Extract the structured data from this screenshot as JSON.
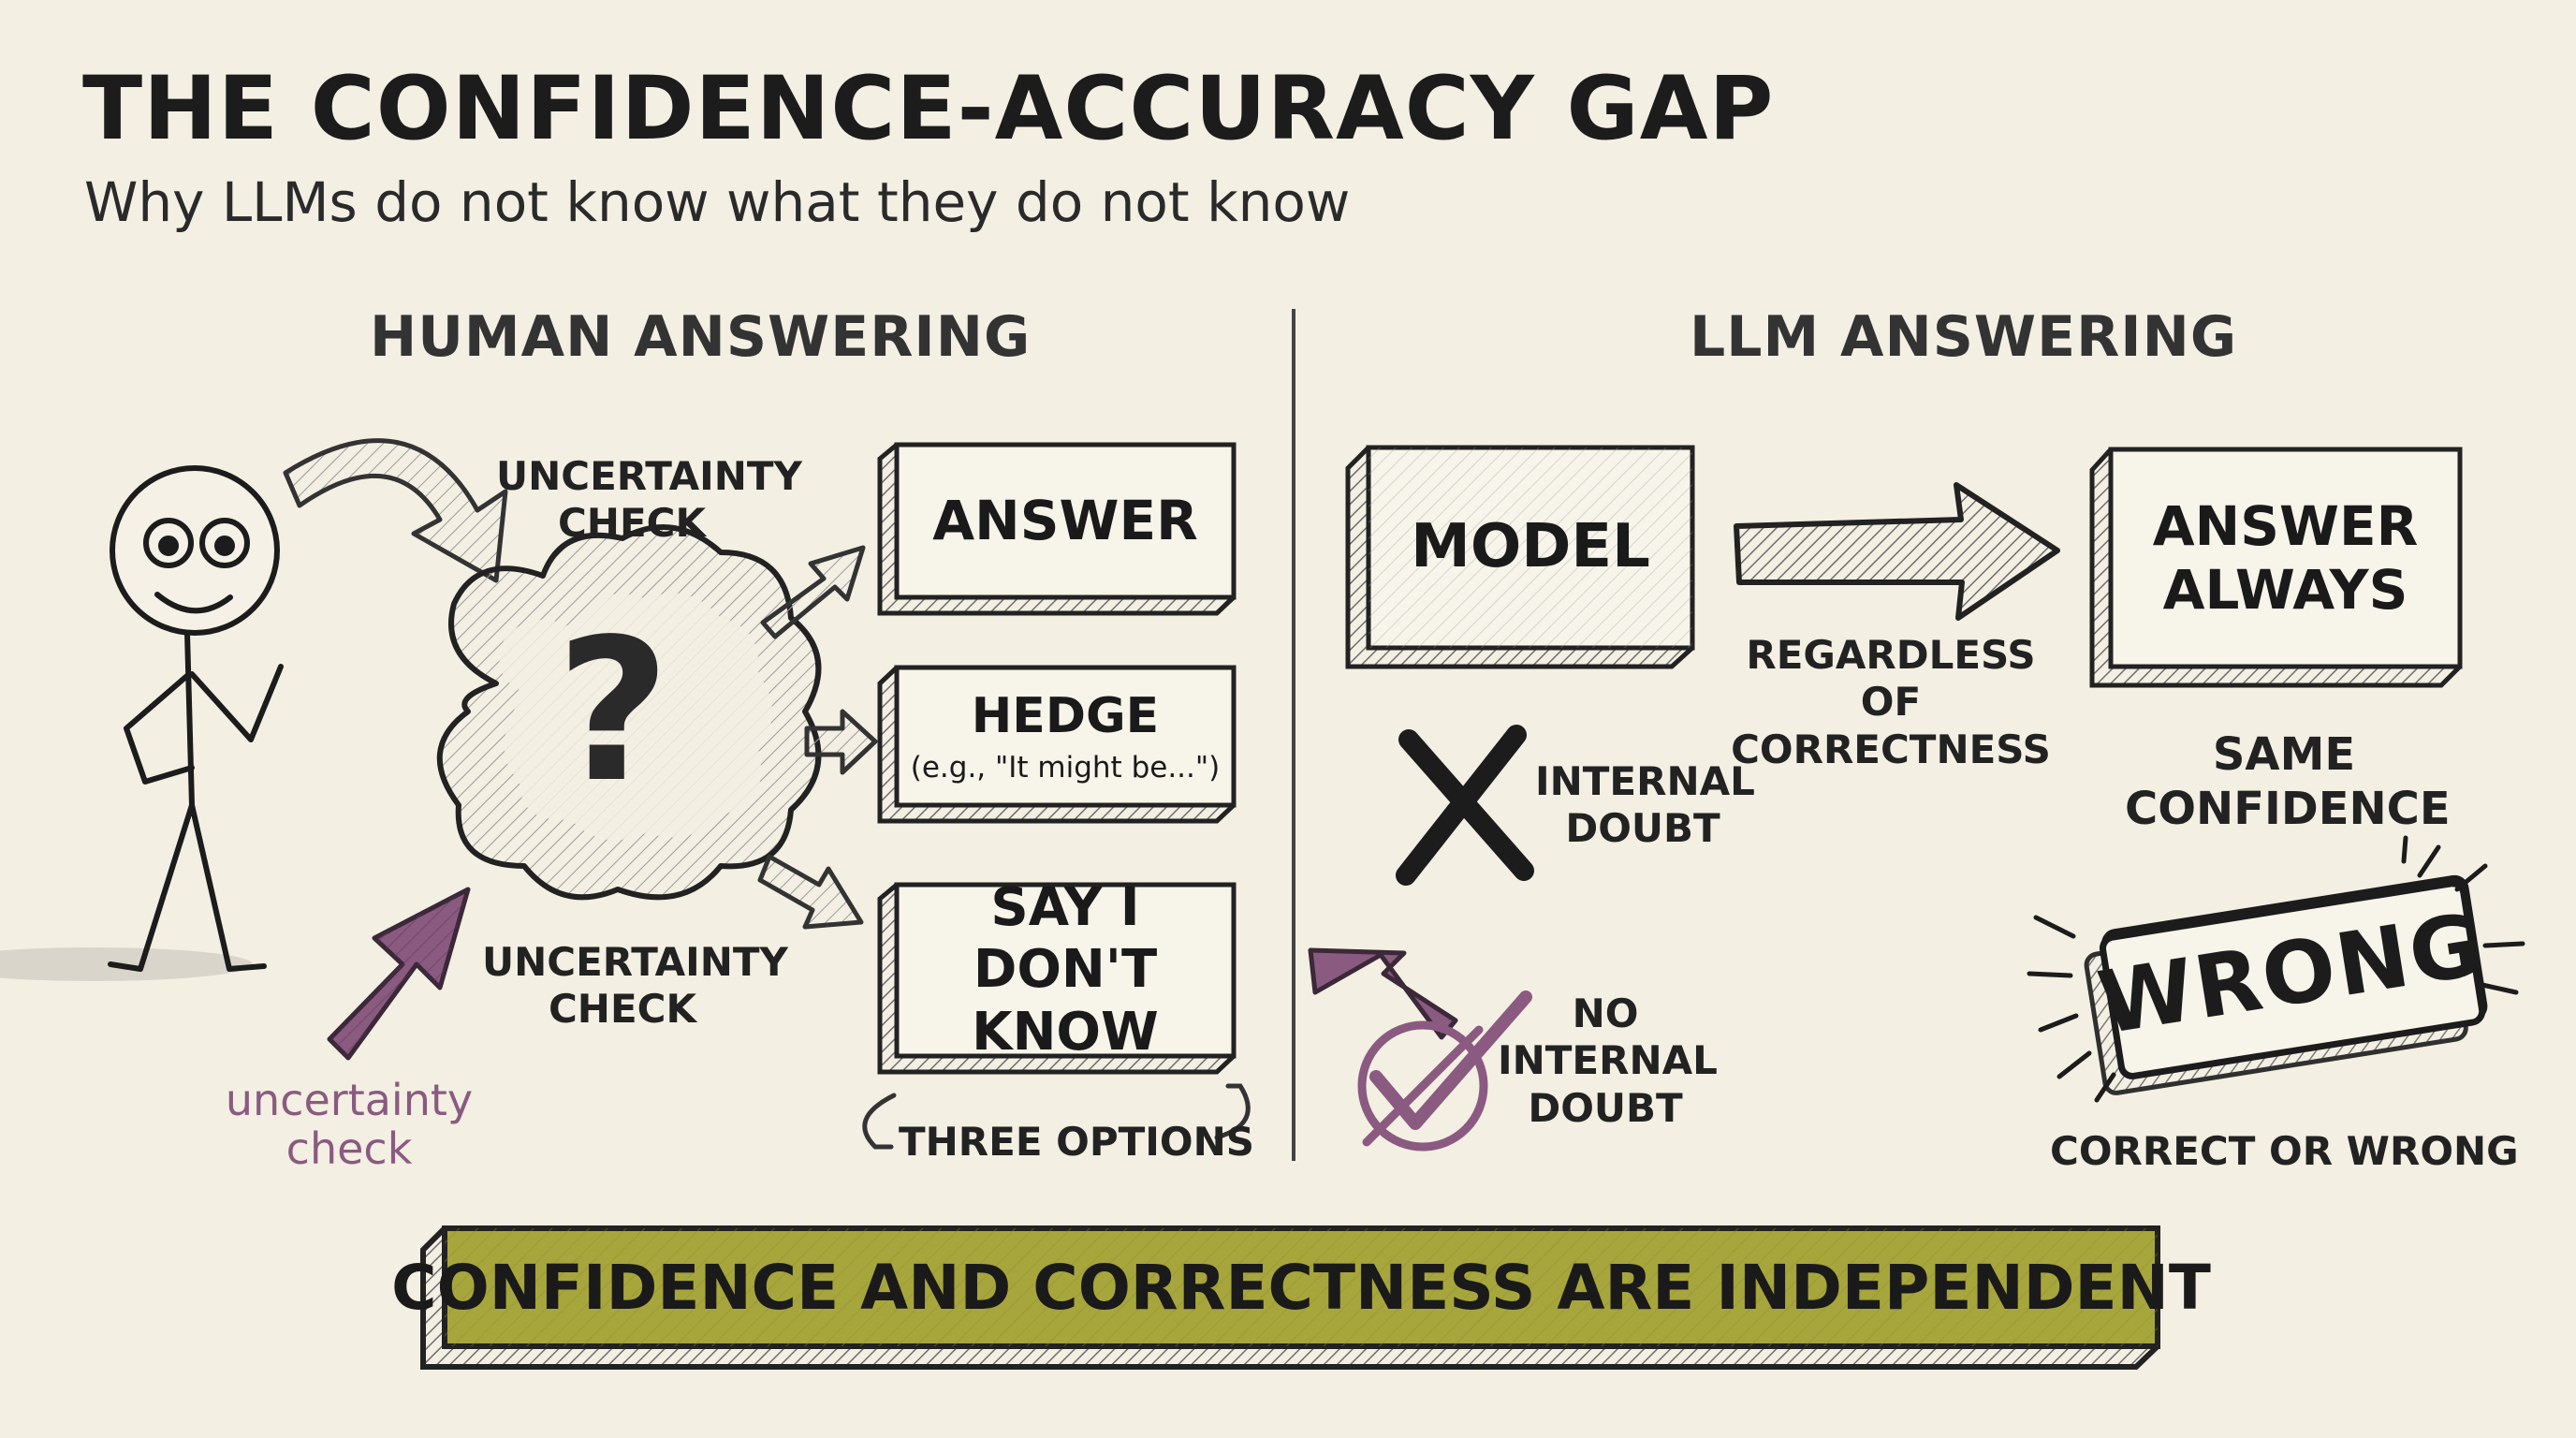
{
  "header": {
    "title": "THE CONFIDENCE-ACCURACY GAP",
    "subtitle": "Why LLMs do not know what they do not know"
  },
  "human": {
    "heading": "HUMAN ANSWERING",
    "check_top": "UNCERTAINTY\nCHECK",
    "check_bottom": "UNCERTAINTY\nCHECK",
    "check_purple": "uncertainty\ncheck",
    "question_mark": "?",
    "options": {
      "answer": "ANSWER",
      "hedge": "HEDGE",
      "hedge_note": "(e.g., \"It might be...\")",
      "dont_know": "SAY I DON'T\nKNOW"
    },
    "options_caption": "THREE OPTIONS"
  },
  "llm": {
    "heading": "LLM ANSWERING",
    "model": "MODEL",
    "answer_always": "ANSWER\nALWAYS",
    "regardless": "REGARDLESS OF\nCORRECTNESS",
    "internal_doubt": "INTERNAL\nDOUBT",
    "no_internal_doubt": "NO\nINTERNAL\nDOUBT",
    "same_confidence": "SAME\nCONFIDENCE",
    "wrong_stamp": "WRONG",
    "correct_or_wrong": "CORRECT OR WRONG"
  },
  "footer": {
    "banner": "CONFIDENCE AND CORRECTNESS ARE INDEPENDENT"
  },
  "colors": {
    "background": "#f3efe3",
    "ink": "#1c1c1c",
    "purple": "#8a5a80",
    "banner_olive": "#a7a63c",
    "box_fill": "#f7f4ea",
    "hatch": "#777"
  }
}
